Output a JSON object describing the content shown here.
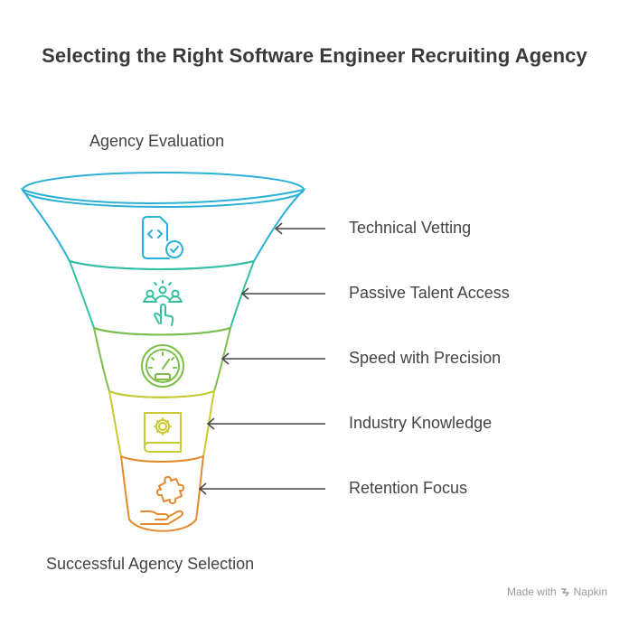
{
  "title": "Selecting the Right Software Engineer Recruiting Agency",
  "top_label": "Agency Evaluation",
  "bottom_label": "Successful Agency Selection",
  "stages": [
    {
      "label": "Technical Vetting",
      "icon": "code-document-check-icon",
      "color": "#2bb0d6"
    },
    {
      "label": "Passive Talent Access",
      "icon": "people-pointing-hand-icon",
      "color": "#35c0a2"
    },
    {
      "label": "Speed with Precision",
      "icon": "speedometer-icon",
      "color": "#7cbf4a"
    },
    {
      "label": "Industry Knowledge",
      "icon": "gear-book-icon",
      "color": "#c9c930"
    },
    {
      "label": "Retention Focus",
      "icon": "hand-puzzle-piece-icon",
      "color": "#e58a2e"
    }
  ],
  "footer": {
    "made_with": "Made with",
    "brand": "Napkin"
  }
}
